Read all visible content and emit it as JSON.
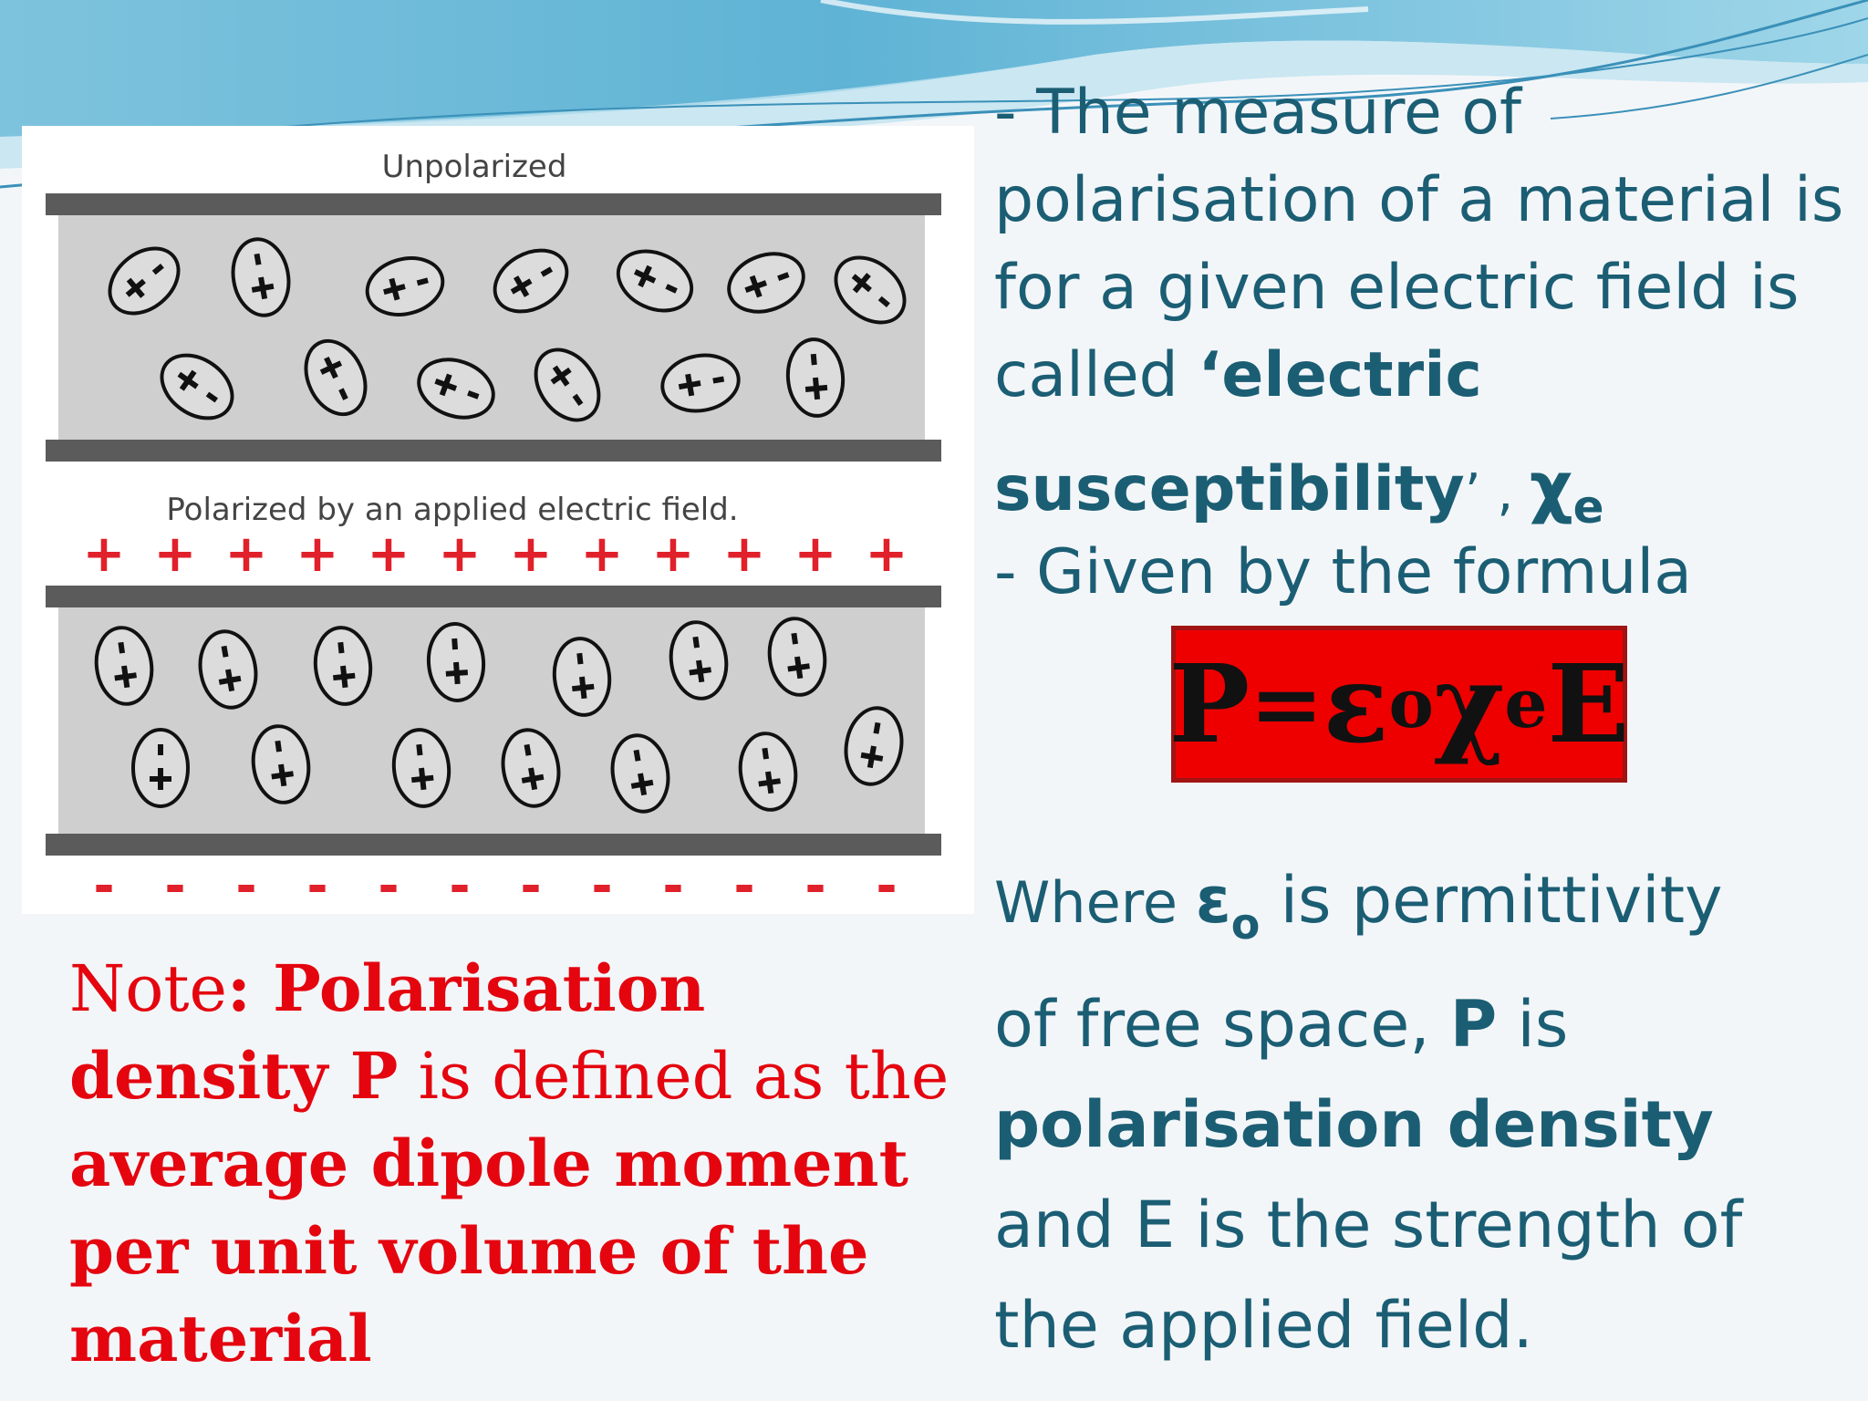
{
  "figure": {
    "top_caption": "Unpolarized",
    "bottom_caption": "Polarized by an applied electric field.",
    "plus_sign": "+",
    "minus_sign": "-"
  },
  "intro": {
    "line1": "- The measure of",
    "line2": "polarisation of a material is",
    "line3": "for a given electric field is",
    "line4_prefix": "called ",
    "line4_bold": "‘electric"
  },
  "susceptibility": {
    "bold": "susceptibility",
    "after": "’ , ",
    "chi": "χ",
    "chi_sub": "e"
  },
  "given": "- Given by the formula",
  "formula": {
    "p": "P",
    "eq": "=",
    "eps": "ε",
    "eps_sub": "o",
    "chi": "χ",
    "chi_sub": "e",
    "e": "E"
  },
  "where": {
    "w1": "Where ",
    "eps": "ε",
    "eps_sub": "o",
    "w2": " is permittivity",
    "line2_prefix": "of free space, ",
    "line2_bold": "P",
    "line2_suffix": " is",
    "line3_bold": "polarisation density",
    "line4": "and E is the strength of",
    "line5": "the applied field."
  },
  "note": {
    "label": "Note",
    "colon_bold": ": Polarisation",
    "line2_bold": "density P",
    "line2_rest": " is defined as the",
    "line3_bold": "average dipole moment",
    "line4_bold": "per unit volume of the",
    "line5_bold": "material"
  },
  "colors": {
    "teal_text": "#1b5e74",
    "note_red": "#e4050f",
    "formula_box": "#ee0000"
  }
}
